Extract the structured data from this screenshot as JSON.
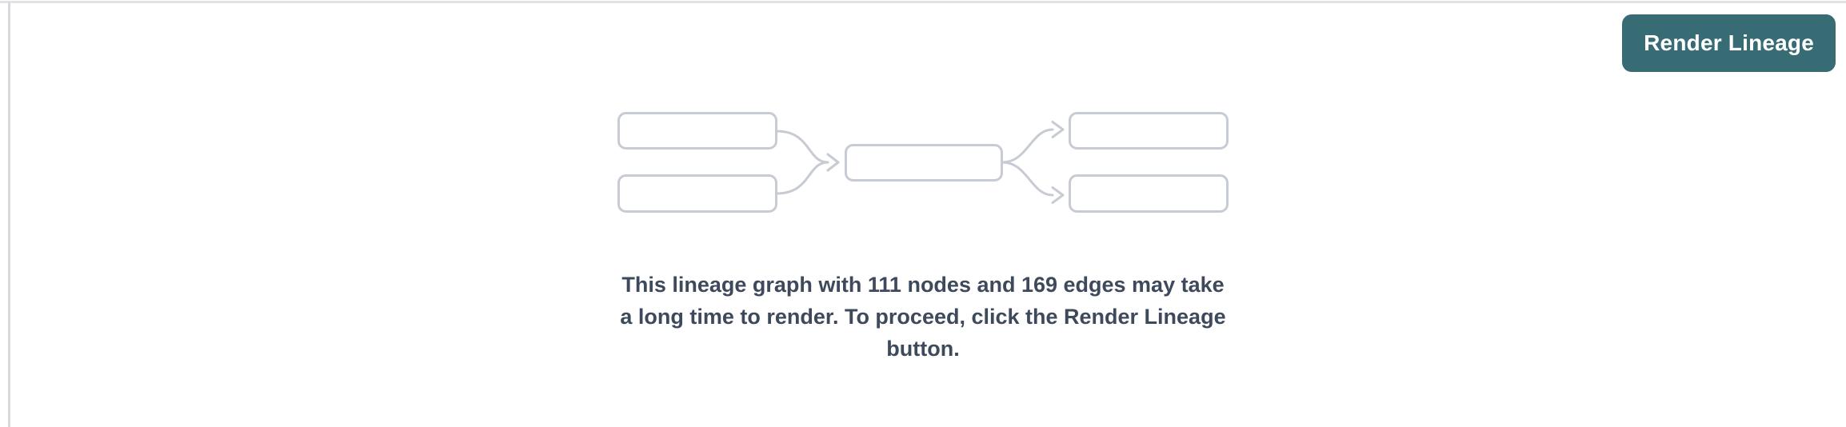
{
  "toolbar": {
    "render_button_label": "Render Lineage"
  },
  "message": {
    "lines": [
      "This lineage graph with 111 nodes and 169 edges may take",
      "a long time to render. To proceed, click the Render Lineage",
      "button."
    ],
    "node_count": "111",
    "edge_count": "169"
  },
  "illustration": {
    "name": "lineage-graph-placeholder",
    "node_boxes": 5,
    "edge_arrows": 4
  },
  "colors": {
    "accent_teal": "#386c74",
    "button_text": "#ffffff",
    "diagram_stroke": "#c7cbd3",
    "message_text": "#3e4a5c",
    "top_border": "#e2e2e6",
    "left_divider": "#d9d9dd"
  }
}
